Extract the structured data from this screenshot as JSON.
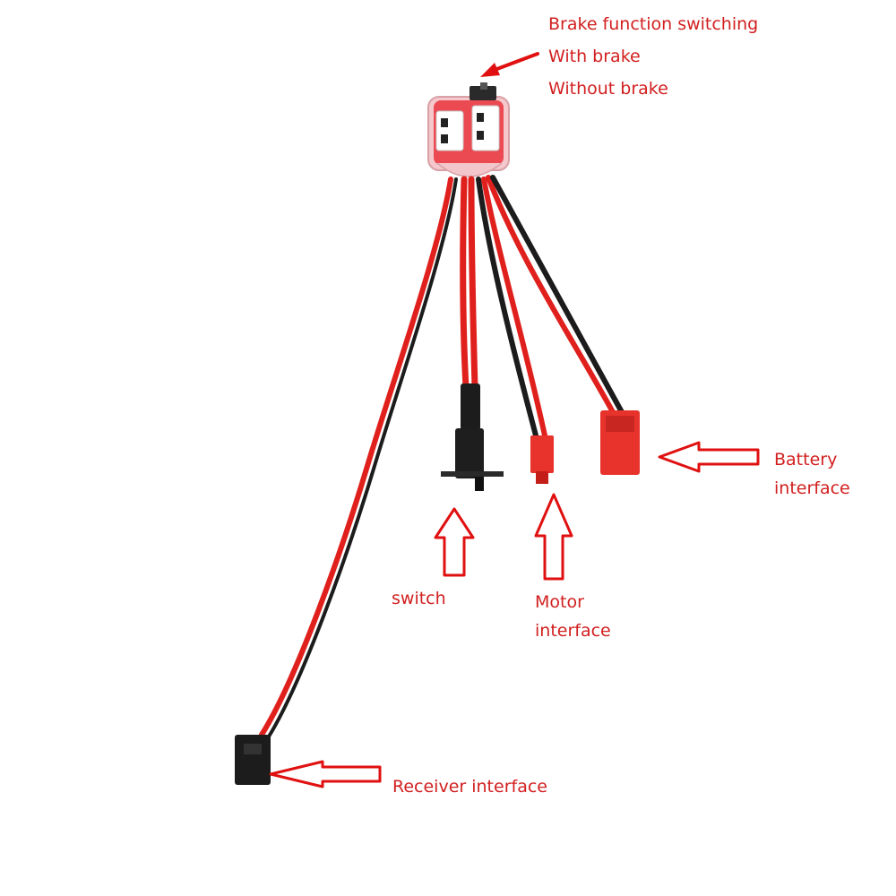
{
  "labels": {
    "brake_title": "Brake function switching",
    "brake_with": "With brake",
    "brake_without": "Without brake",
    "battery_line1": "Battery",
    "battery_line2": "interface",
    "switch": "switch",
    "motor_line1": "Motor",
    "motor_line2": "interface",
    "receiver": "Receiver interface"
  },
  "colors": {
    "label": "#d21f1f",
    "arrow": "#e01010",
    "wire_red": "#e0201c",
    "wire_black": "#1c1c1c",
    "connector_red": "#e8322c",
    "board": "#ec4a52"
  },
  "icons": [
    "arrow-right-icon",
    "arrow-up-icon",
    "arrow-left-icon"
  ]
}
